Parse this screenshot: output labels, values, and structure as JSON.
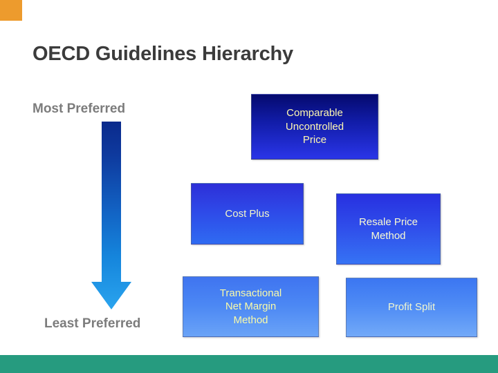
{
  "slide": {
    "title": "OECD Guidelines Hierarchy",
    "background_color": "#FFFFFF",
    "corner_accent_color": "#ED9B2D",
    "footer_bar_color": "#269B7F"
  },
  "scale": {
    "top_label": "Most Preferred",
    "bottom_label": "Least Preferred",
    "arrow_direction": "down",
    "arrow_gradient_top": "#0B2D8F",
    "arrow_gradient_bottom": "#1A9BE8"
  },
  "methods": [
    {
      "id": "cup",
      "label": "Comparable\nUncontrolled\nPrice",
      "tier": 1,
      "fill_top": "#050A6E",
      "fill_bottom": "#2A35E8",
      "text_color": "#FFF8B0"
    },
    {
      "id": "cost-plus",
      "label": "Cost Plus",
      "tier": 2,
      "fill_top": "#2D2FD8",
      "fill_bottom": "#2F6BF2",
      "text_color": "#F3F7C8"
    },
    {
      "id": "resale-price-method",
      "label": "Resale Price\nMethod",
      "tier": 2,
      "fill_top": "#2730E0",
      "fill_bottom": "#3673F4",
      "text_color": "#FAFBD2"
    },
    {
      "id": "transactional-net-margin-method",
      "label": "Transactional\nNet Margin\nMethod",
      "tier": 3,
      "fill_top": "#3F74F0",
      "fill_bottom": "#6AA3F7",
      "text_color": "#FAFBA8"
    },
    {
      "id": "profit-split",
      "label": "Profit Split",
      "tier": 3,
      "fill_top": "#3B76F2",
      "fill_bottom": "#72A9F8",
      "text_color": "#F2F7D0"
    }
  ]
}
